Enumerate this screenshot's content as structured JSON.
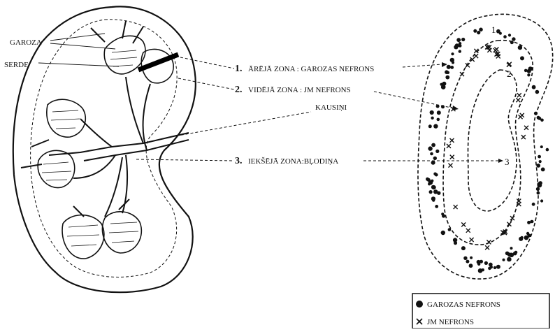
{
  "labels": {
    "cortex": "GAROZA",
    "medulla": "SERDE",
    "calyces": "KAUSIŅI"
  },
  "zones": [
    {
      "number": "1.",
      "text": "ĀRĒJĀ ZONA  : GAROZAS NEFRONS"
    },
    {
      "number": "2.",
      "text": "VIDĒJĀ ZONA : JM NEFRONS"
    },
    {
      "number": "3.",
      "text": "IEKŠĒJĀ ZONA:BĻODIŅA"
    }
  ],
  "schematic": {
    "zone_numbers": [
      "1",
      "2",
      "3"
    ]
  },
  "legend": {
    "items": [
      {
        "symbol": "dot",
        "label": "GAROZAS NEFRONS"
      },
      {
        "symbol": "cross",
        "label": "JM NEFRONS"
      }
    ]
  }
}
